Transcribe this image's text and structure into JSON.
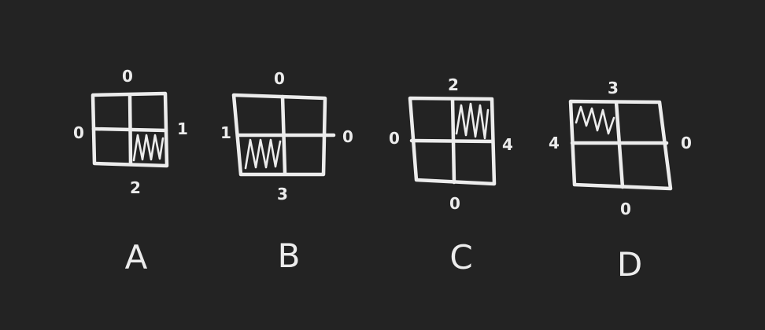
{
  "background_color": "#232323",
  "chalk_color": "#ececec",
  "panels": [
    {
      "id": "A",
      "label": "A",
      "top": "0",
      "left": "0",
      "right": "1",
      "bottom": "2",
      "shaded_cell": "bottom-right"
    },
    {
      "id": "B",
      "label": "B",
      "top": "0",
      "left": "1",
      "right": "0",
      "bottom": "3",
      "shaded_cell": "bottom-left"
    },
    {
      "id": "C",
      "label": "C",
      "top": "2",
      "left": "0",
      "right": "4",
      "bottom": "0",
      "shaded_cell": "top-right"
    },
    {
      "id": "D",
      "label": "D",
      "top": "3",
      "left": "4",
      "right": "0",
      "bottom": "0",
      "shaded_cell": "top-left"
    }
  ]
}
